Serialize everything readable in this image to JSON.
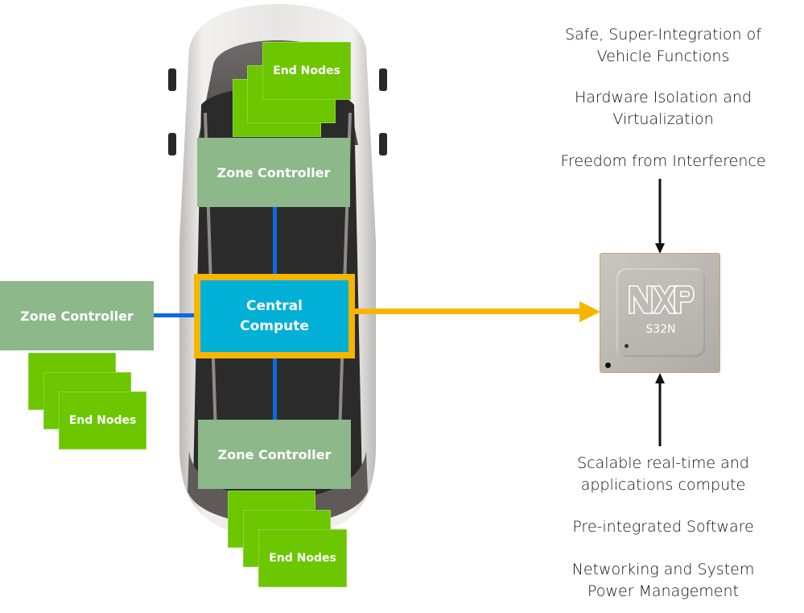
{
  "diagram": {
    "central_compute": {
      "label": "Central\nCompute"
    },
    "zones": [
      {
        "id": "front",
        "label": "Zone Controller",
        "end_nodes_label": "End Nodes"
      },
      {
        "id": "left",
        "label": "Zone Controller",
        "end_nodes_label": "End Nodes"
      },
      {
        "id": "rear",
        "label": "Zone Controller",
        "end_nodes_label": "End Nodes"
      }
    ],
    "chip": {
      "brand": "NXP",
      "model": "S32N"
    },
    "features_top": [
      "Safe, Super-Integration of\nVehicle Functions",
      "Hardware Isolation and\nVirtualization",
      "Freedom from Interference"
    ],
    "features_bottom": [
      "Scalable real-time and\napplications compute",
      "Pre-integrated Software",
      "Networking and System\nPower Management"
    ],
    "colors": {
      "zone_controller": "#8db88a",
      "end_nodes": "#6cc600",
      "central_compute": "#00b0d6",
      "highlight": "#f7b500",
      "link": "#0a6ae0"
    }
  }
}
